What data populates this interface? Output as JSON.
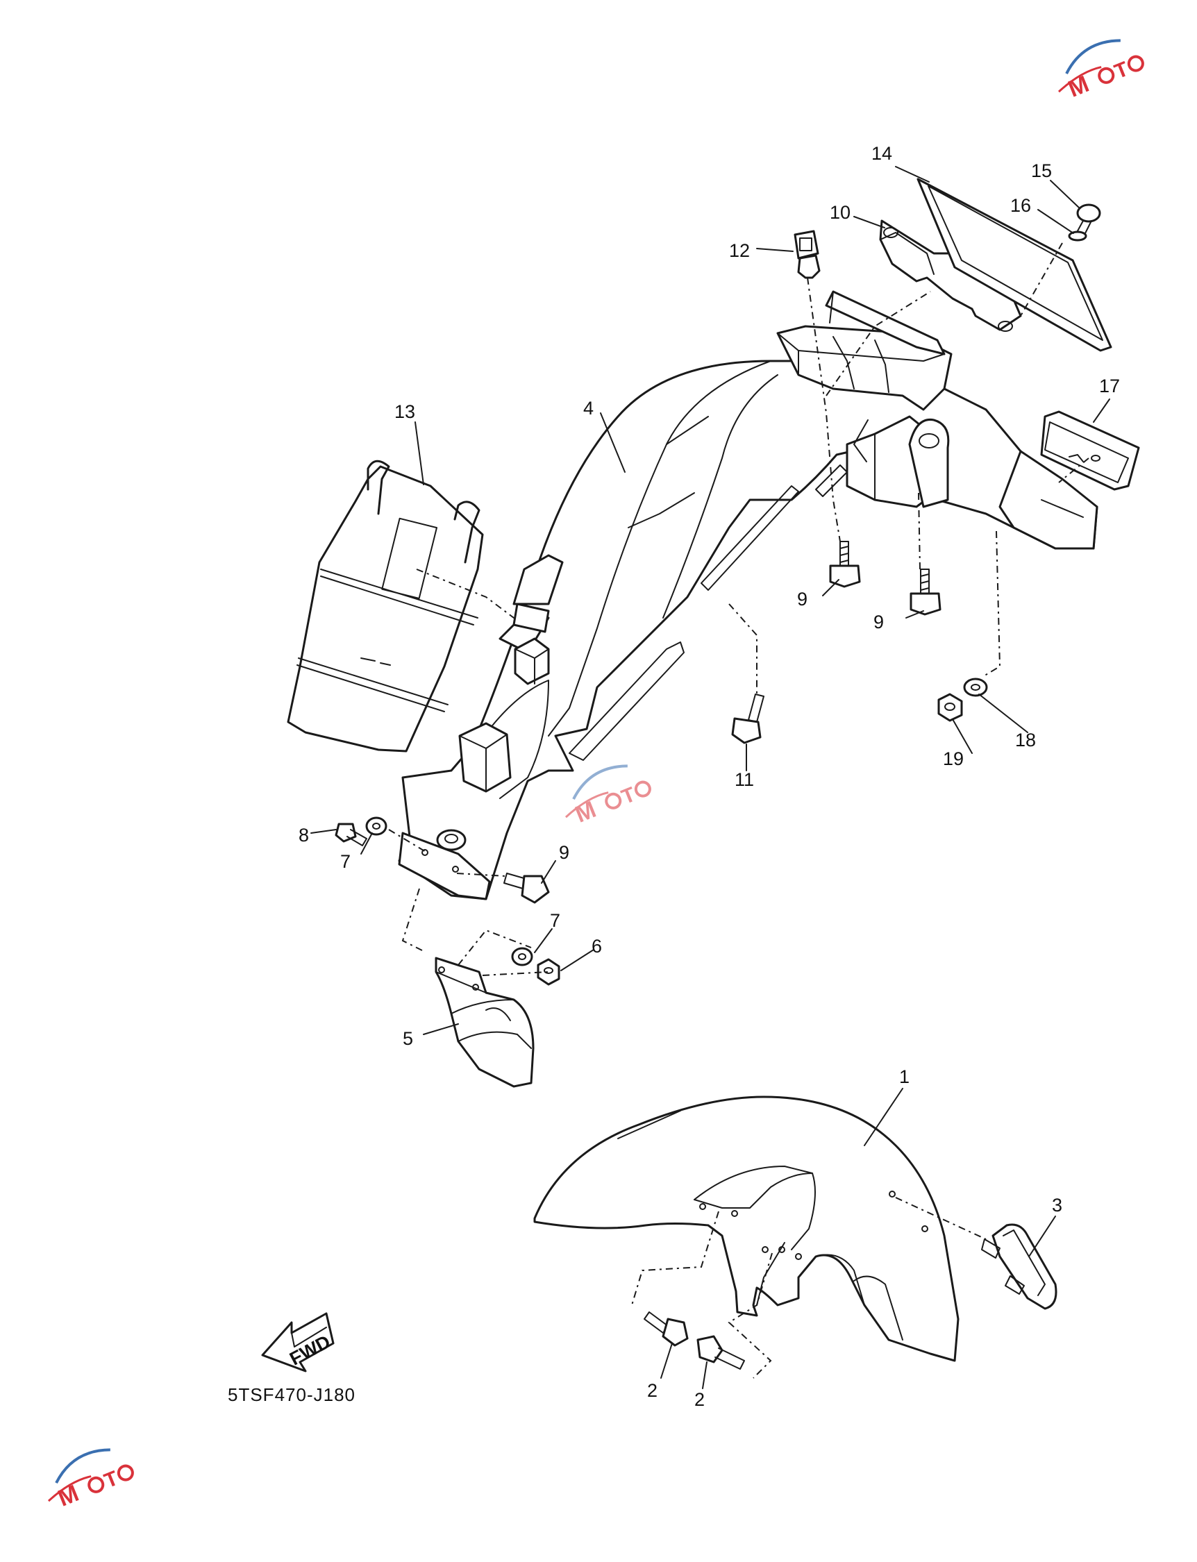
{
  "diagram": {
    "part_labels": [
      {
        "id": "p1",
        "text": "1"
      },
      {
        "id": "p2a",
        "text": "2"
      },
      {
        "id": "p2b",
        "text": "2"
      },
      {
        "id": "p3",
        "text": "3"
      },
      {
        "id": "p4",
        "text": "4"
      },
      {
        "id": "p5",
        "text": "5"
      },
      {
        "id": "p6",
        "text": "6"
      },
      {
        "id": "p7a",
        "text": "7"
      },
      {
        "id": "p7b",
        "text": "7"
      },
      {
        "id": "p8",
        "text": "8"
      },
      {
        "id": "p9a",
        "text": "9"
      },
      {
        "id": "p9b",
        "text": "9"
      },
      {
        "id": "p9c",
        "text": "9"
      },
      {
        "id": "p10",
        "text": "10"
      },
      {
        "id": "p11",
        "text": "11"
      },
      {
        "id": "p12",
        "text": "12"
      },
      {
        "id": "p13",
        "text": "13"
      },
      {
        "id": "p14",
        "text": "14"
      },
      {
        "id": "p15",
        "text": "15"
      },
      {
        "id": "p16",
        "text": "16"
      },
      {
        "id": "p17",
        "text": "17"
      },
      {
        "id": "p18",
        "text": "18"
      },
      {
        "id": "p19",
        "text": "19"
      }
    ],
    "direction_label": "FWD",
    "diagram_code": "5TSF470-J180"
  },
  "colors": {
    "ink": "#1a1a1a",
    "watermark_red": "#d9323a",
    "watermark_blue": "#3a6fb0"
  }
}
